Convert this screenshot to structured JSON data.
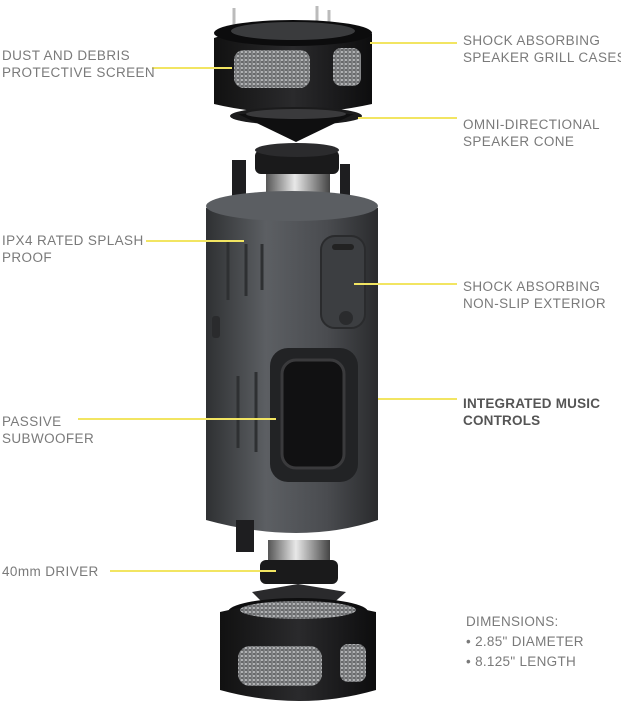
{
  "callouts": {
    "dust_screen": [
      "DUST AND DEBRIS",
      "PROTECTIVE SCREEN"
    ],
    "grill_cases": [
      "SHOCK ABSORBING",
      "SPEAKER GRILL CASES"
    ],
    "speaker_cone": [
      "OMNI-DIRECTIONAL",
      "SPEAKER CONE"
    ],
    "splash_proof": [
      "IPX4 RATED SPLASH",
      "PROOF"
    ],
    "non_slip": [
      "SHOCK ABSORBING",
      "NON-SLIP EXTERIOR"
    ],
    "music_controls": [
      "INTEGRATED MUSIC",
      "CONTROLS"
    ],
    "subwoofer": [
      "PASSIVE",
      "SUBWOOFER"
    ],
    "driver": [
      "40mm DRIVER"
    ]
  },
  "dimensions": {
    "title": "DIMENSIONS:",
    "items": [
      "2.85\" DIAMETER",
      "8.125\" LENGTH"
    ]
  },
  "colors": {
    "leader_line": "#f2e562",
    "label_text": "#7a7a7a",
    "body": "#4d4f52",
    "caps": "#1c1c1e"
  }
}
